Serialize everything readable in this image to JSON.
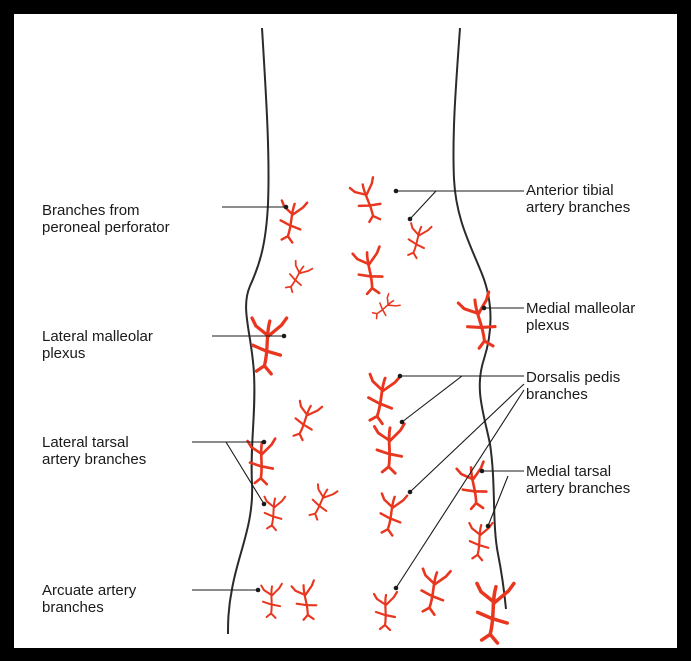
{
  "diagram": {
    "colors": {
      "background": "#ffffff",
      "frame": "#000000",
      "outline": "#2b2b2b",
      "leader": "#1a1a1a",
      "artery": "#e8361f"
    },
    "labels": {
      "peroneal": [
        "Branches from",
        "peroneal perforator"
      ],
      "anterior_tibial": [
        "Anterior tibial",
        "artery branches"
      ],
      "medial_malleolar": [
        "Medial malleolar",
        "plexus"
      ],
      "lateral_malleolar": [
        "Lateral malleolar",
        "plexus"
      ],
      "dorsalis_pedis": [
        "Dorsalis pedis",
        "branches"
      ],
      "lateral_tarsal": [
        "Lateral tarsal",
        "artery branches"
      ],
      "medial_tarsal": [
        "Medial tarsal",
        "artery branches"
      ],
      "arcuate": [
        "Arcuate artery",
        "branches"
      ]
    }
  }
}
